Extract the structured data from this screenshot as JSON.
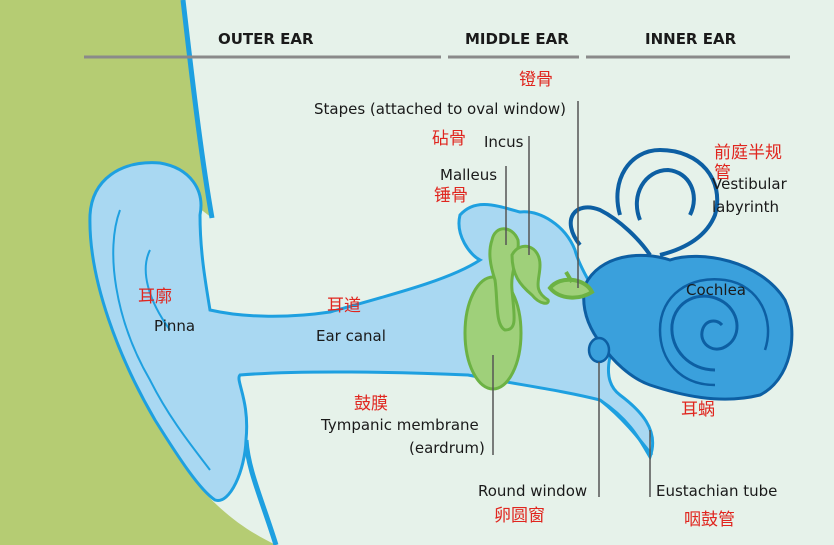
{
  "headers": {
    "outer": "OUTER EAR",
    "middle": "MIDDLE EAR",
    "inner": "INNER EAR"
  },
  "labels": {
    "stapes": "Stapes (attached to oval window)",
    "incus": "Incus",
    "malleus": "Malleus",
    "vestibular_line1": "Vestibular",
    "vestibular_line2": "labyrinth",
    "cochlea": "Cochlea",
    "pinna": "Pinna",
    "ear_canal": "Ear canal",
    "tympanic_line1": "Tympanic membrane",
    "tympanic_line2": "(eardrum)",
    "round_window": "Round window",
    "eustachian": "Eustachian tube"
  },
  "labels_cn": {
    "stapes": "镫骨",
    "incus": "砧骨",
    "malleus": "锤骨",
    "vestibular_line1": "前庭半规",
    "vestibular_line2": "管",
    "cochlea": "耳蜗",
    "pinna": "耳廓",
    "ear_canal": "耳道",
    "tympanic": "鼓膜",
    "round_window": "卵圆窗",
    "eustachian": "咽鼓管"
  },
  "colors": {
    "background": "#e6f2ea",
    "skin": "#b5cc73",
    "ear_fill": "#a9d8f2",
    "ear_stroke": "#1ea0e0",
    "inner_fill": "#3aa0dc",
    "inner_stroke": "#0d5fa3",
    "bone_fill": "#9fd07a",
    "bone_stroke": "#6cb244",
    "rule": "#8a8a8a",
    "label_cn": "#e0261f"
  }
}
